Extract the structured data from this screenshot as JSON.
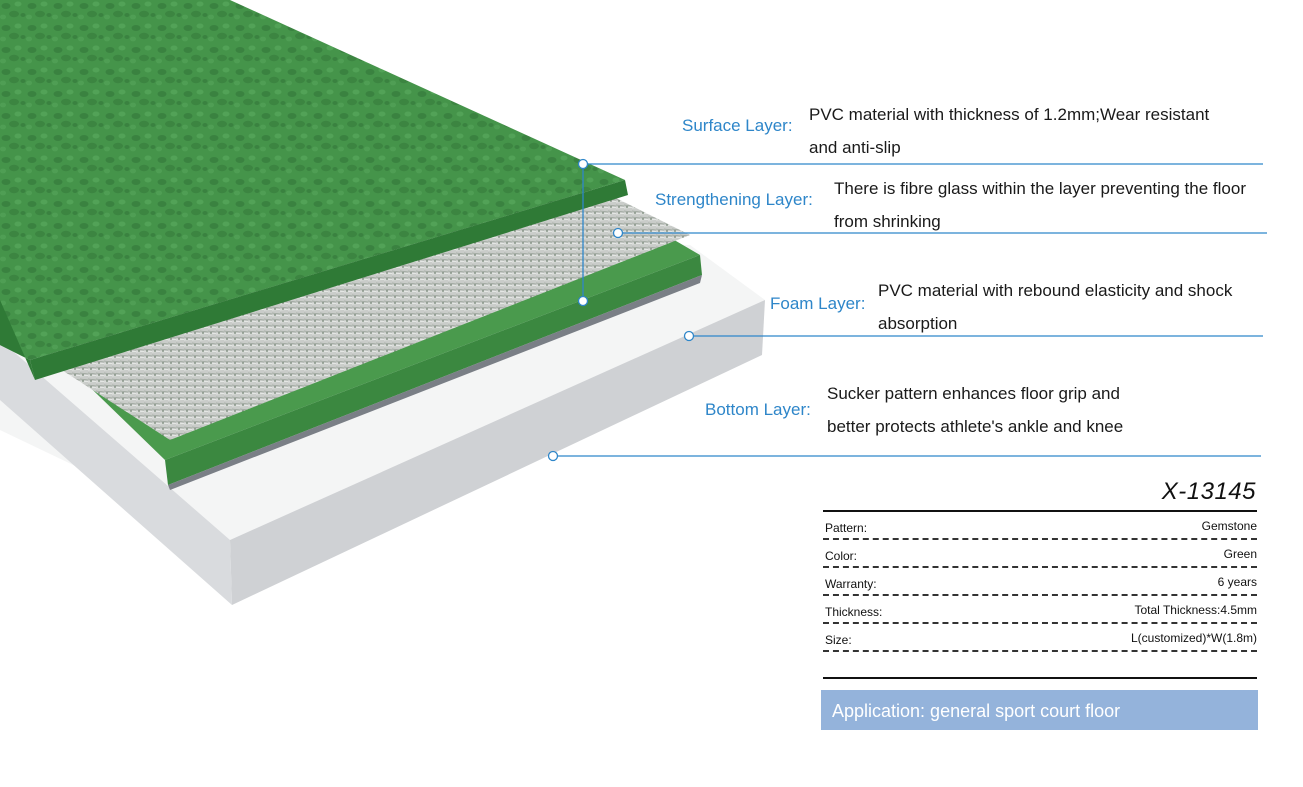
{
  "layers": [
    {
      "name": "Surface Layer:",
      "desc_lines": [
        "PVC material with thickness of 1.2mm;Wear resistant",
        "and anti-slip"
      ]
    },
    {
      "name": "Strengthening Layer:",
      "desc_lines": [
        "There is fibre glass within the layer preventing the floor",
        "from shrinking"
      ]
    },
    {
      "name": "Foam Layer:",
      "desc_lines": [
        "PVC material with rebound elasticity and shock",
        "absorption"
      ]
    },
    {
      "name": "Bottom Layer:",
      "desc_lines": [
        "Sucker pattern enhances floor grip and",
        "better protects athlete's ankle and knee"
      ]
    }
  ],
  "spec": {
    "model": "X-13145",
    "rows": [
      {
        "key": "Pattern:",
        "value": "Gemstone"
      },
      {
        "key": "Color:",
        "value": "Green"
      },
      {
        "key": "Warranty:",
        "value": "6 years"
      },
      {
        "key": "Thickness:",
        "value": "Total Thickness:4.5mm"
      },
      {
        "key": "Size:",
        "value": "L(customized)*W(1.8m)"
      }
    ],
    "application": "Application: general sport court floor"
  },
  "colors": {
    "accent": "#2e86c9",
    "surface_green": "#3f8f45",
    "foam_green": "#4a9a4d",
    "application_bar": "#94b3db"
  }
}
